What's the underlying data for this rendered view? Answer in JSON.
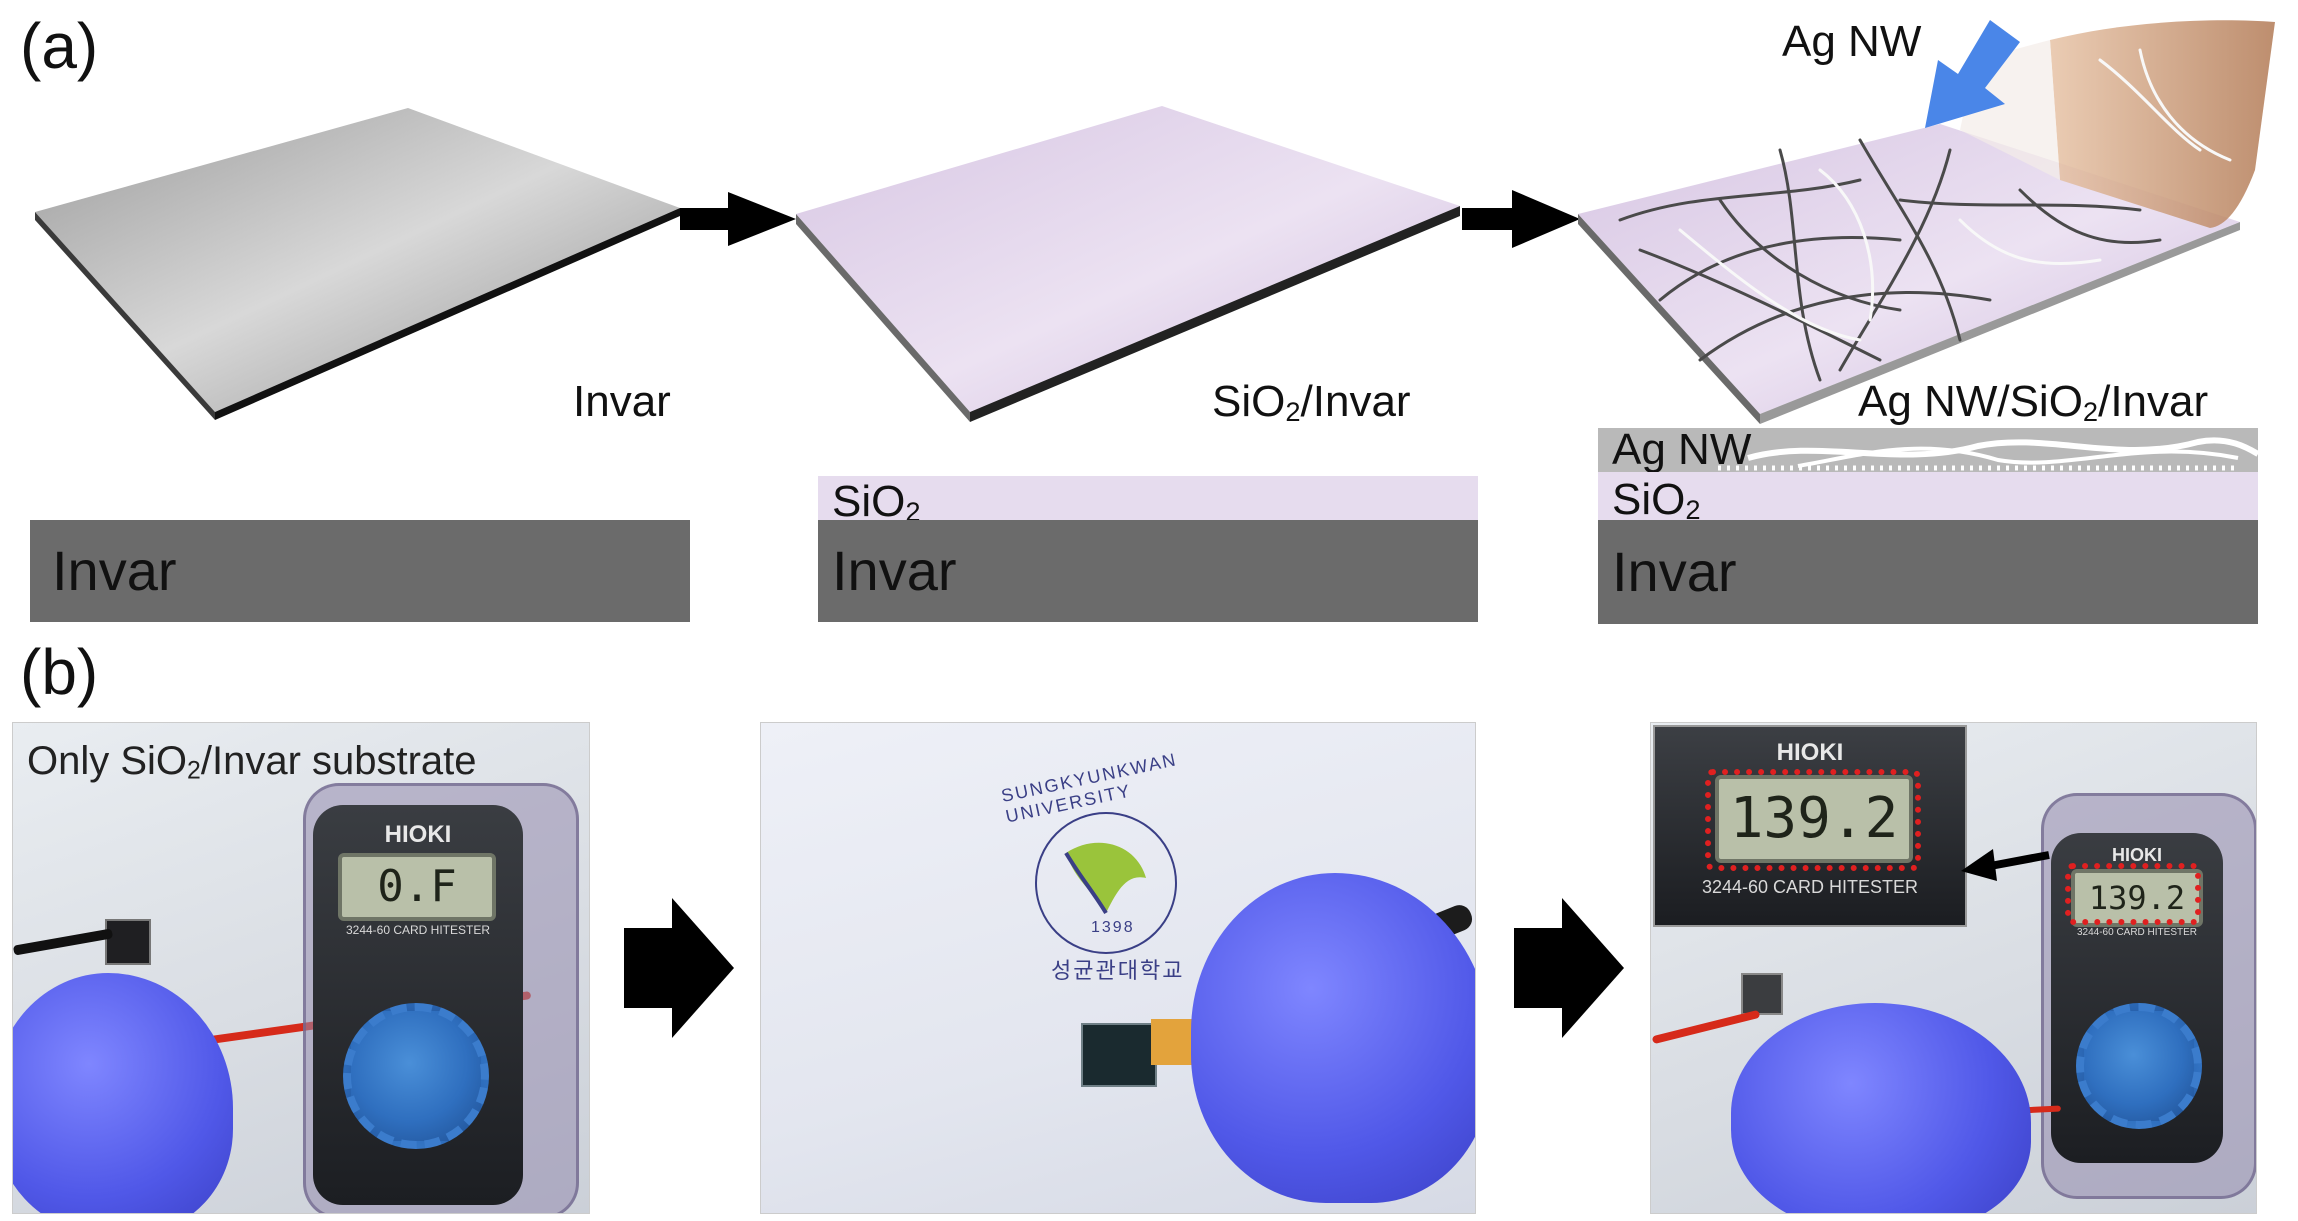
{
  "panel_a": {
    "label": "(a)",
    "stages": [
      {
        "label": "Invar"
      },
      {
        "label_main": "SiO",
        "label_sub": "2",
        "label_rest": "/Invar"
      },
      {
        "label_pre": "Ag NW/SiO",
        "label_sub": "2",
        "label_rest": "/Invar"
      }
    ],
    "arrow_callout": "Ag NW",
    "cross_sections": {
      "invar": "Invar",
      "sio2_main": "SiO",
      "sio2_sub": "2",
      "agnw": "Ag NW"
    }
  },
  "panel_b": {
    "label": "(b)",
    "caption_main": "Only SiO",
    "caption_sub": "2",
    "caption_rest": "/Invar substrate",
    "meter": {
      "brand": "HIOKI",
      "model": "3244-60 CARD HITESTER",
      "reading_before": "0.F",
      "reading_after": "139.2",
      "zoom_reading": "139.2"
    },
    "logo": {
      "name": "SUNGKYUNKWAN UNIVERSITY",
      "year": "1398",
      "korean": "성균관대학교"
    }
  },
  "colors": {
    "invar_bar": "#6b6b6b",
    "sio2_layer": "#e6dcee",
    "agnw_layer": "#b9b9b9",
    "arrow_black": "#000000",
    "arrow_blue": "#4a86e8",
    "highlight_red": "#e02020"
  }
}
